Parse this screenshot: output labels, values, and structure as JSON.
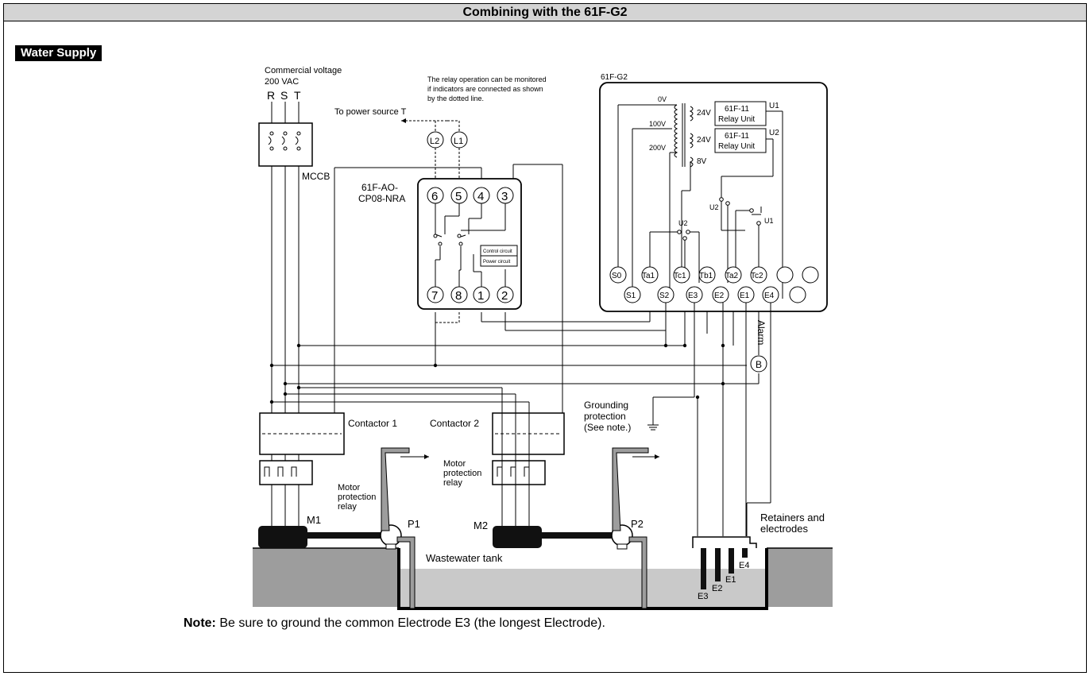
{
  "title": "Combining with the 61F-G2",
  "section": "Water Supply",
  "labels": {
    "commercial_voltage": "Commercial voltage",
    "voltage": "200 VAC",
    "phase_r": "R",
    "phase_s": "S",
    "phase_t": "T",
    "mccb": "MCCB",
    "to_power_source": "To power source T",
    "relay_note_1": "The relay operation can be monitored",
    "relay_note_2": "if indicators are connected as shown",
    "relay_note_3": "by the dotted line.",
    "lamp_l2": "L2",
    "lamp_l1": "L1",
    "afl_model_1": "61F-AO-",
    "afl_model_2": "CP08-NRA",
    "control_circuit": "Control circuit",
    "power_circuit": "Power circuit",
    "g2_model": "61F-G2",
    "v0": "0V",
    "v100": "100V",
    "v200": "200V",
    "v24a": "24V",
    "v24b": "24V",
    "v8": "8V",
    "relay_unit_a_1": "61F-11",
    "relay_unit_a_2": "Relay Unit",
    "relay_unit_b_1": "61F-11",
    "relay_unit_b_2": "Relay Unit",
    "u1_top": "U1",
    "u2_top": "U2",
    "u2_switch": "U2",
    "u2_left": "U2",
    "u1_right": "U1",
    "alarm": "Alarm",
    "alarm_b": "B",
    "contactor_1": "Contactor 1",
    "contactor_2": "Contactor 2",
    "motor_relay_1a": "Motor",
    "motor_relay_1b": "protection",
    "motor_relay_1c": "relay",
    "motor_relay_2a": "Motor",
    "motor_relay_2b": "protection",
    "motor_relay_2c": "relay",
    "grounding_1": "Grounding",
    "grounding_2": "protection",
    "grounding_3": "(See note.)",
    "m1": "M1",
    "p1": "P1",
    "m2": "M2",
    "p2": "P2",
    "tank": "Wastewater tank",
    "retainers_1": "Retainers and",
    "retainers_2": "electrodes",
    "e1": "E1",
    "e2": "E2",
    "e3": "E3",
    "e4": "E4",
    "note_bold": "Note:",
    "note_text": " Be sure to ground the common Electrode E3 (the longest Electrode)."
  },
  "afl_terminals_top": [
    "6",
    "5",
    "4",
    "3"
  ],
  "afl_terminals_bottom": [
    "7",
    "8",
    "1",
    "2"
  ],
  "g2_terminals_top": [
    "S0",
    "Ta1",
    "Tc1",
    "Tb1",
    "Ta2",
    "Tc2"
  ],
  "g2_terminals_bottom": [
    "S1",
    "S2",
    "E3",
    "E2",
    "E1",
    "E4"
  ]
}
